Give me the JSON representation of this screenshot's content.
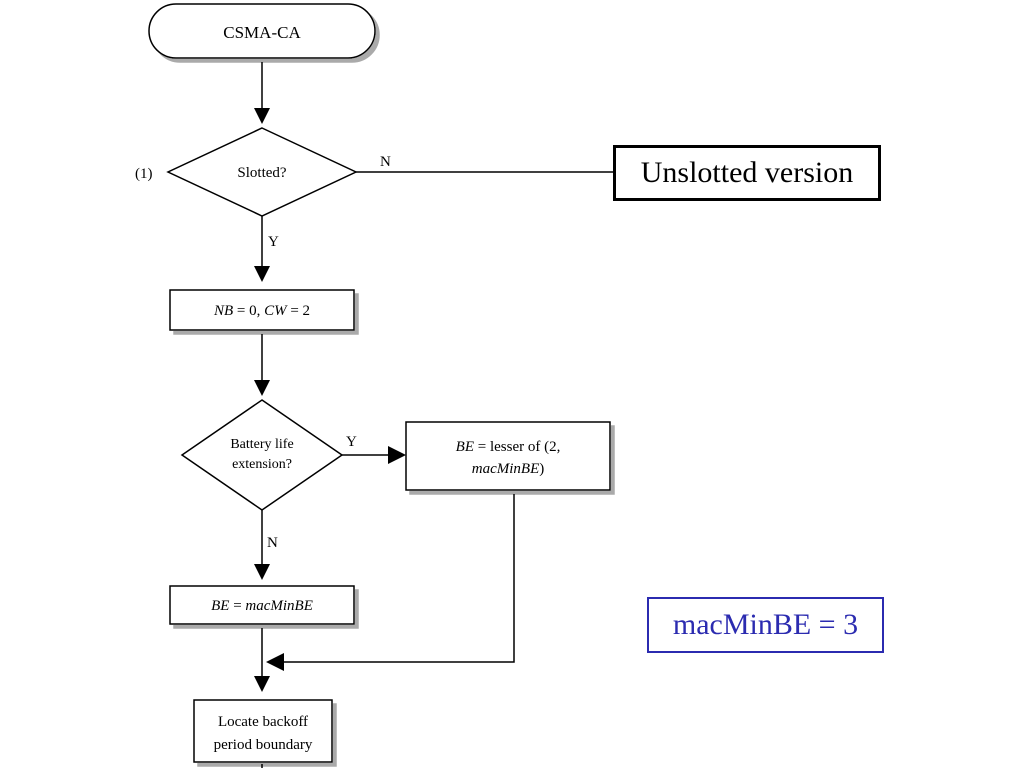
{
  "start": {
    "label": "CSMA-CA"
  },
  "slotted": {
    "question": "Slotted?",
    "step": "(1)",
    "no_label": "N",
    "yes_label": "Y"
  },
  "unslotted": {
    "label": "Unslotted version"
  },
  "init": {
    "nb": "NB",
    "nb_val": " = 0, ",
    "cw": "CW",
    "cw_val": " = 2"
  },
  "battery": {
    "line1": "Battery life",
    "line2": "extension?",
    "yes_label": "Y",
    "no_label": "N"
  },
  "be_lesser": {
    "be": "BE",
    "line1_rest": " = lesser of (2,",
    "line2_var": "macMinBE",
    "line2_rest": ")"
  },
  "be_macmin": {
    "be": "BE",
    "eq": " = ",
    "var": "macMinBE"
  },
  "locate": {
    "line1": "Locate backoff",
    "line2": "period boundary"
  },
  "note": {
    "label": "macMinBE = 3"
  }
}
